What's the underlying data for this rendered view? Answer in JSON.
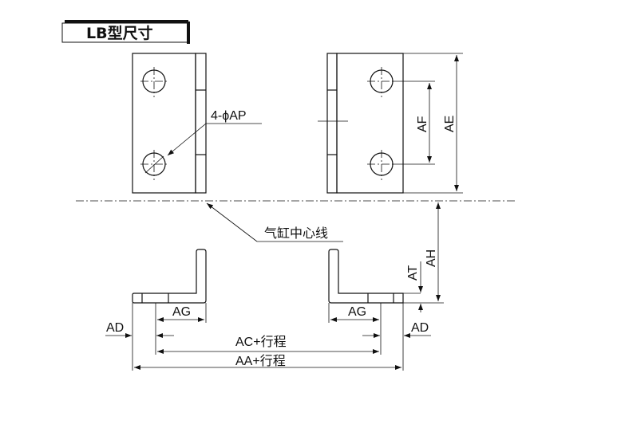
{
  "title": "LB型尺寸",
  "labels": {
    "hole": "4-ϕAP",
    "af": "AF",
    "ae": "AE",
    "ah": "AH",
    "at": "AT",
    "centerline": "气缸中心线",
    "ag_left": "AG",
    "ag_right": "AG",
    "ad_left": "AD",
    "ad_right": "AD",
    "ac": "AC+行程",
    "aa": "AA+行程"
  }
}
